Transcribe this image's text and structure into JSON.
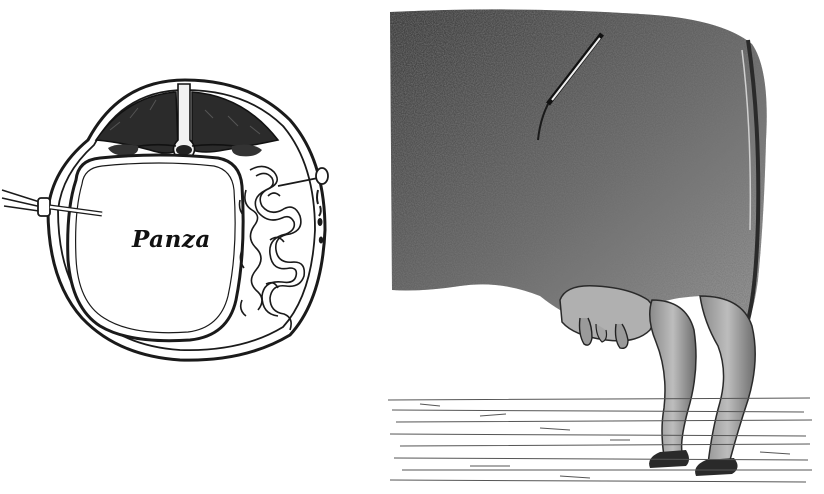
{
  "cross_section": {
    "label": "Panza"
  },
  "colors": {
    "ink": "#1a1a1a",
    "paper": "#ffffff"
  },
  "icons": [
    "trocar-icon",
    "cannula-icon",
    "intestine-coils",
    "cow-hindquarters"
  ]
}
